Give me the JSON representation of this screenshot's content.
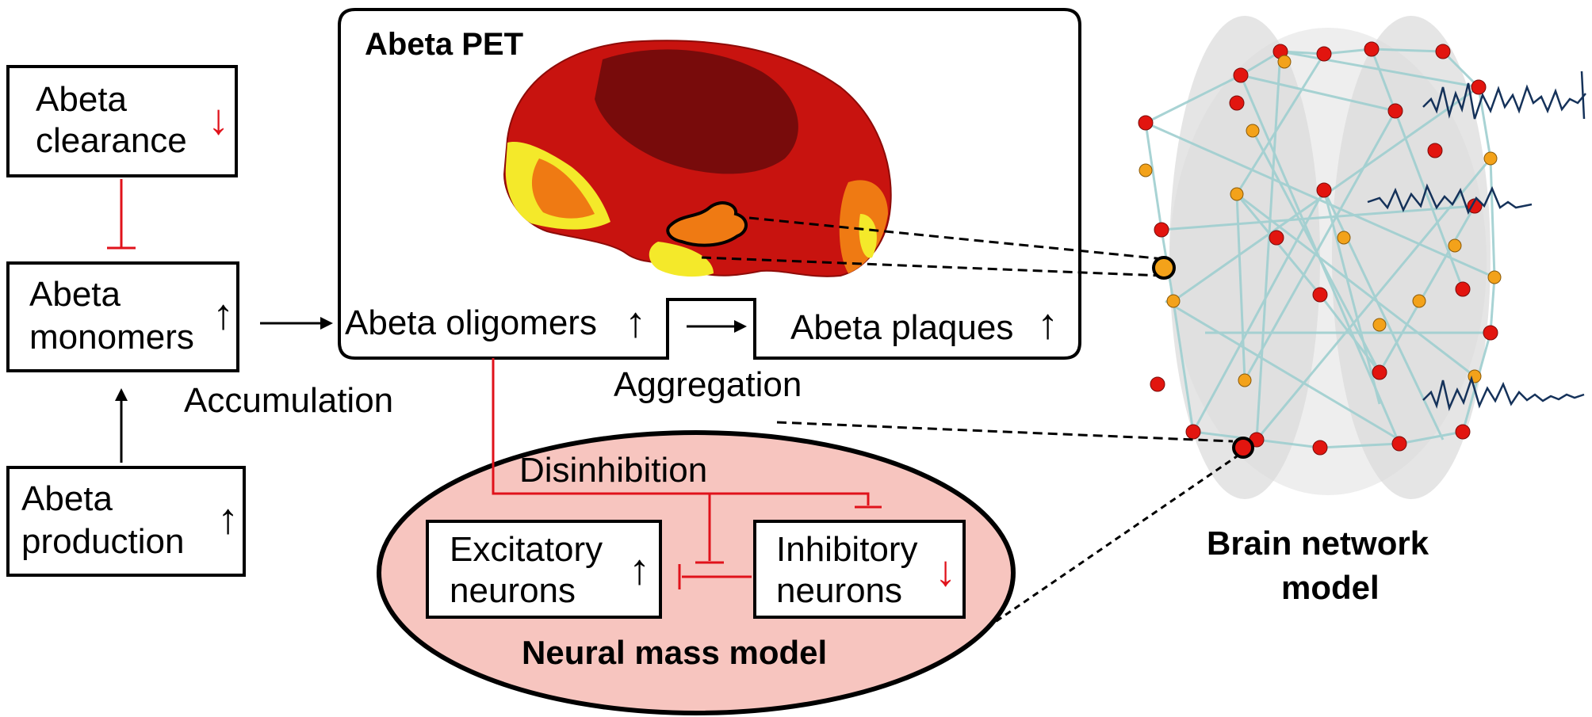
{
  "left_column": {
    "clearance": {
      "line1": "Abeta",
      "line2": "clearance",
      "trend": "↓"
    },
    "monomers": {
      "line1": "Abeta",
      "line2": "monomers",
      "trend": "↑"
    },
    "production": {
      "line1": "Abeta",
      "line2": "production",
      "trend": "↑"
    },
    "accumulation_label": "Accumulation"
  },
  "pet_panel": {
    "title": "Abeta PET",
    "oligomers": {
      "label": "Abeta oligomers",
      "trend": "↑"
    },
    "plaques": {
      "label": "Abeta plaques",
      "trend": "↑"
    },
    "aggregation_label": "Aggregation"
  },
  "neural_mass": {
    "title": "Neural mass model",
    "disinhibition_label": "Disinhibition",
    "excitatory": {
      "line1": "Excitatory",
      "line2": "neurons",
      "trend": "↑"
    },
    "inhibitory": {
      "line1": "Inhibitory",
      "line2": "neurons",
      "trend": "↓"
    }
  },
  "brain_network": {
    "line1": "Brain network",
    "line2": "model"
  },
  "colors": {
    "inhibit_red": "#e0121b",
    "ellipse_fill": "#f7c5bf",
    "node_red": "#e2150f",
    "node_orange": "#f3a21a",
    "edge_teal": "#9fcfd0",
    "brain_dark": "#6a0b0b",
    "brain_red": "#c8130f",
    "brain_orange": "#ef7a13",
    "brain_yellow": "#f4e92a"
  }
}
